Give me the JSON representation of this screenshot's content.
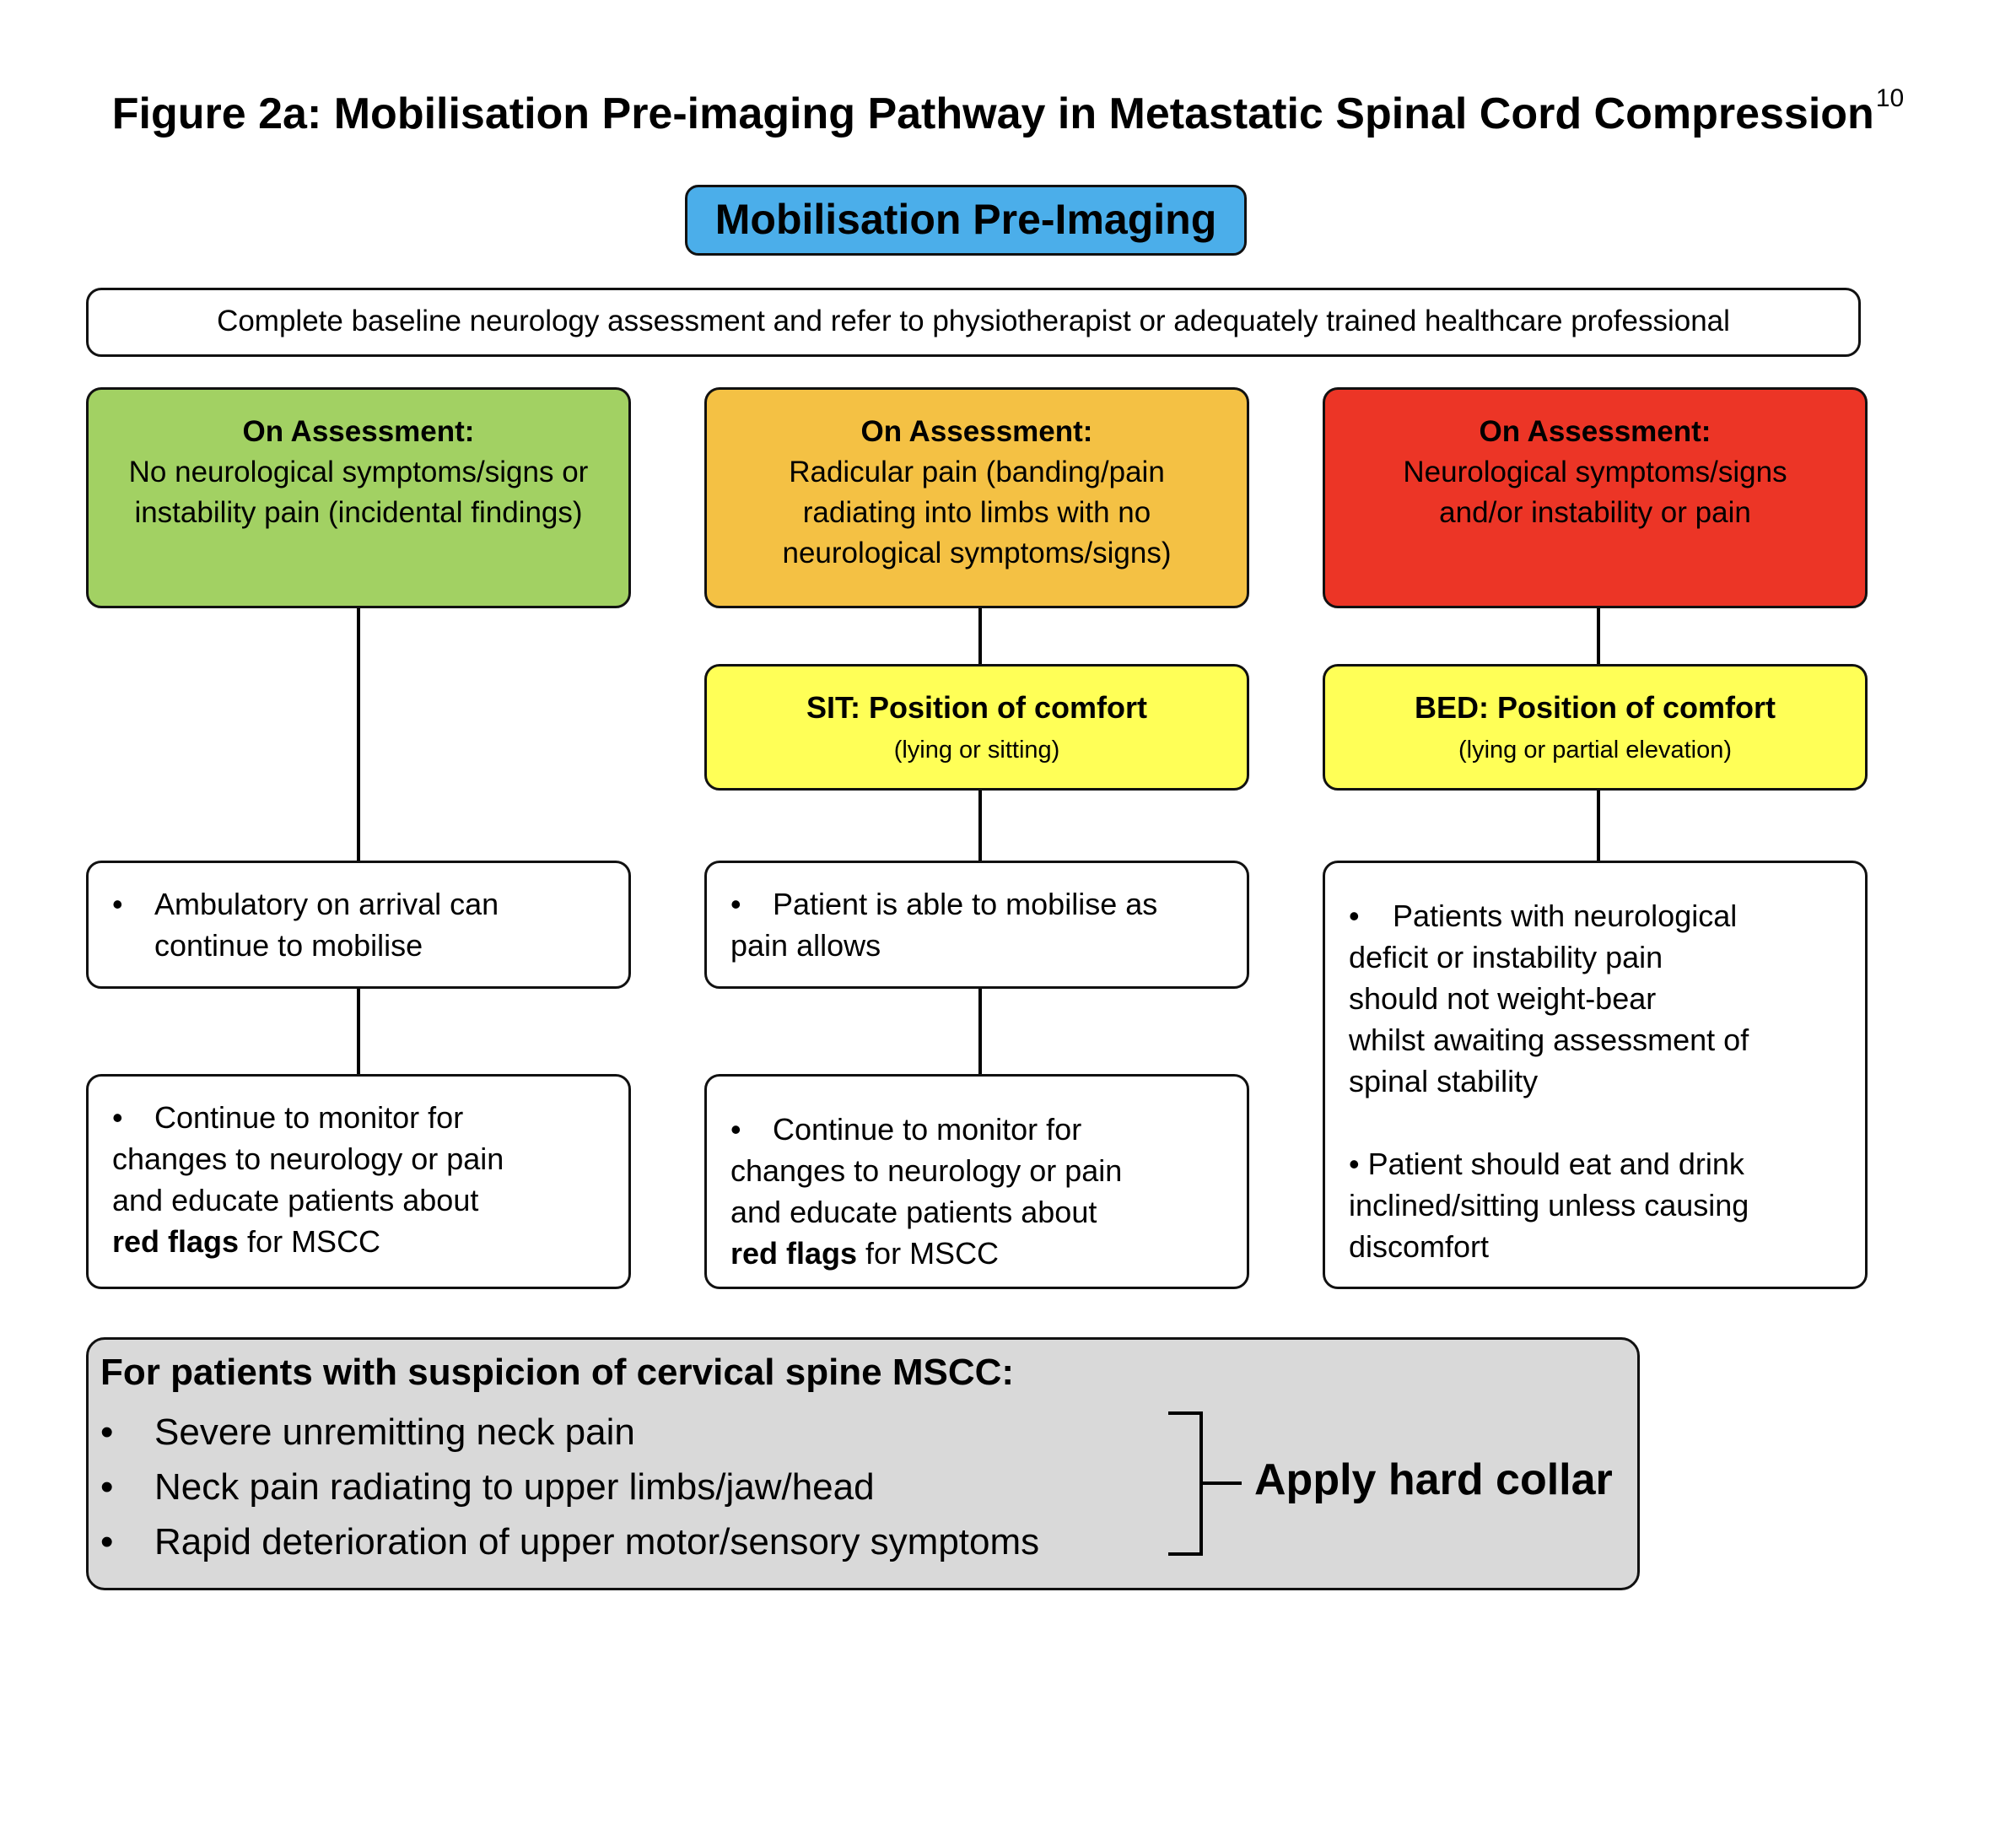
{
  "title": "Figure 2a: Mobilisation Pre-imaging Pathway in Metastatic Spinal Cord Compression",
  "title_ref": "10",
  "header": "Mobilisation Pre-Imaging",
  "baseline": "Complete baseline neurology assessment and refer to physiotherapist or adequately trained healthcare professional",
  "colors": {
    "header": "#4baeea",
    "green": "#a2d163",
    "amber": "#f4c144",
    "red": "#ec3526",
    "yellow": "#ffff57",
    "grey": "#d9d9d9"
  },
  "columns": [
    {
      "assessment_heading": "On Assessment:",
      "assessment_lines": [
        "No neurological symptoms/signs or",
        "instability pain (incidental findings)"
      ],
      "step1": {
        "bullet": "•",
        "lines": [
          "Ambulatory on arrival can",
          "continue to mobilise"
        ]
      },
      "step2": {
        "bullet": "•",
        "lines": [
          "Continue to monitor for",
          "changes to neurology or pain",
          "and educate patients about"
        ],
        "bold": "red flags",
        "tail": " for MSCC"
      }
    },
    {
      "assessment_heading": "On Assessment:",
      "assessment_lines": [
        "Radicular pain (banding/pain",
        "radiating into limbs with no",
        "neurological symptoms/signs)"
      ],
      "position": {
        "heading": "SIT: Position of comfort",
        "sub": "(lying or sitting)"
      },
      "step1": {
        "bullet": "•",
        "lines": [
          "Patient is able to mobilise as",
          "pain allows"
        ]
      },
      "step2": {
        "bullet": "•",
        "lines": [
          "Continue to monitor for",
          "changes to neurology or pain",
          "and educate patients about"
        ],
        "bold": "red flags",
        "tail": " for MSCC"
      }
    },
    {
      "assessment_heading": "On Assessment:",
      "assessment_lines": [
        "Neurological symptoms/signs",
        "and/or instability or pain"
      ],
      "position": {
        "heading": "BED: Position of comfort",
        "sub": "(lying or partial elevation)"
      },
      "step1": {
        "bullet": "•",
        "lines": [
          "Patients with neurological",
          "deficit or instability pain",
          "should not weight-bear",
          "whilst awaiting assessment of",
          "spinal stability"
        ],
        "lines2": [
          "• Patient should eat and drink",
          "inclined/sitting unless causing",
          "discomfort"
        ]
      }
    }
  ],
  "cervical": {
    "heading": "For patients with suspicion of cervical spine MSCC:",
    "bullet": "•",
    "items": [
      "Severe unremitting neck pain",
      "Neck pain radiating to upper limbs/jaw/head",
      "Rapid deterioration of upper motor/sensory symptoms"
    ],
    "action": "Apply hard collar"
  }
}
